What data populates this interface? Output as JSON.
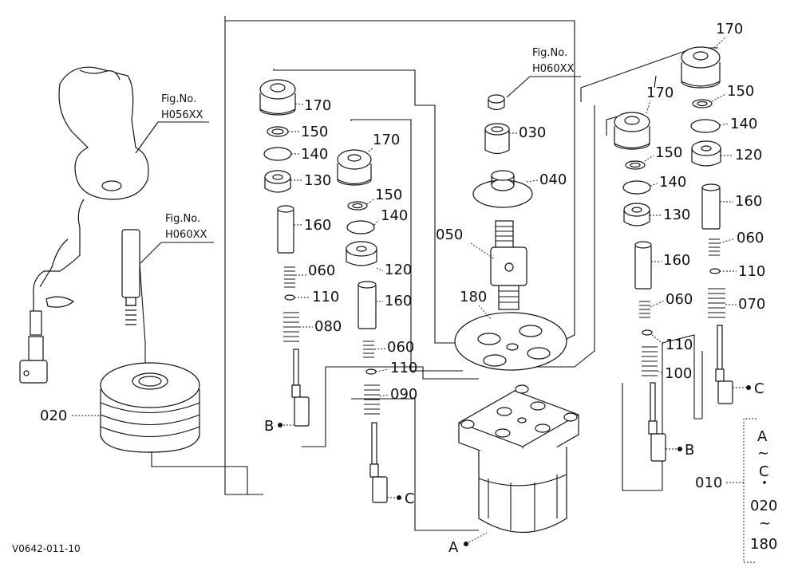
{
  "figure_refs": {
    "top_center": [
      "Fig.No.",
      "H060XX"
    ],
    "left_upper": [
      "Fig.No.",
      "H056XX"
    ],
    "left_lower": [
      "Fig.No.",
      "H060XX"
    ]
  },
  "drawing_code": "V0642-011-10",
  "parts": {
    "p010": "010",
    "p020": "020",
    "p030": "030",
    "p040": "040",
    "p050": "050",
    "p060": "060",
    "p070": "070",
    "p080": "080",
    "p090": "090",
    "p100": "100",
    "p110": "110",
    "p120": "120",
    "p130": "130",
    "p140": "140",
    "p150": "150",
    "p160": "160",
    "p170": "170",
    "p180": "180"
  },
  "refs": {
    "A": "A",
    "B": "B",
    "C": "C"
  },
  "bracket_010": {
    "label": "010",
    "lines": [
      "A",
      "~",
      "C",
      "・",
      "020",
      "~",
      "180"
    ]
  }
}
